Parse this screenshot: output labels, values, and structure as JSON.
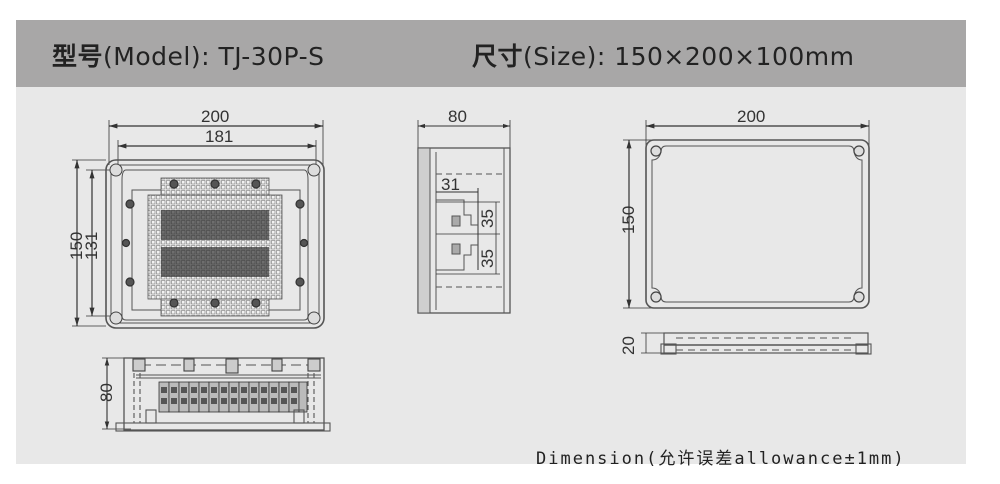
{
  "header": {
    "model_label_cn": "型号",
    "model_label_en": "(Model):",
    "model_value": "TJ-30P-S",
    "size_label_cn": "尺寸",
    "size_label_en": "(Size):",
    "size_value": "150×200×100mm"
  },
  "views": {
    "front_inner": {
      "width_outer": "200",
      "width_inner": "181",
      "height_outer": "150",
      "height_inner": "131"
    },
    "side_section": {
      "depth": "80",
      "rail_offset": "31",
      "rail_spacing_1": "35",
      "rail_spacing_2": "35"
    },
    "bottom_inner": {
      "height": "80"
    },
    "lid_top": {
      "width": "200",
      "height": "150"
    },
    "lid_side": {
      "height": "20"
    }
  },
  "footer": {
    "note": "Dimension(允许误差allowance±1mm)"
  },
  "colors": {
    "header_bg": "#a8a7a7",
    "panel_bg": "#e8e8e8",
    "line": "#555555"
  }
}
